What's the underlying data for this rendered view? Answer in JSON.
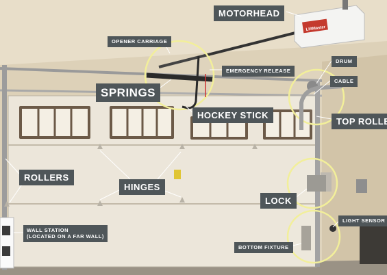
{
  "labels": {
    "motorhead": "MOTORHEAD",
    "opener_carriage": "OPENER CARRIAGE",
    "emergency_release": "EMERGENCY RELEASE",
    "springs": "SPRINGS",
    "hockey_stick": "HOCKEY STICK",
    "drum": "DRUM",
    "cable": "CABLE",
    "top_roller": "TOP ROLLER",
    "rollers": "ROLLERS",
    "hinges": "HINGES",
    "lock": "LOCK",
    "light_sensor": "LIGHT SENSOR",
    "bottom_fixture": "BOTTOM FIXTURE",
    "wall_station_line1": "WALL STATION",
    "wall_station_line2": "(LOCATED ON A FAR WALL)"
  },
  "opener_brand": "LiftMaster",
  "colors": {
    "label_bg": "#4f5659",
    "label_text": "#ffffff",
    "callout_ring": "#f2ef9a",
    "wall": "#e4d9c2",
    "door": "#ece6da",
    "floor": "#9a9285"
  }
}
